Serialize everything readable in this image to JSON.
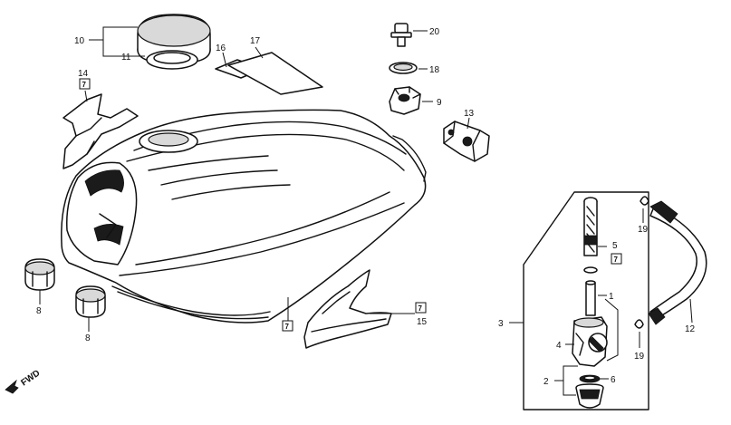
{
  "diagram": {
    "callouts": {
      "c1": "1",
      "c2": "2",
      "c3": "3",
      "c4": "4",
      "c5": "5",
      "c6": "6",
      "c8a": "8",
      "c8b": "8",
      "c9": "9",
      "c10": "10",
      "c11": "11",
      "c12": "12",
      "c13": "13",
      "c14": "14",
      "c15": "15",
      "c16": "16",
      "c17": "17",
      "c18": "18",
      "c19a": "19",
      "c19b": "19",
      "c20": "20"
    },
    "boxed_refs": {
      "b14": "7",
      "b15": "7",
      "btank": "7",
      "b5": "7"
    },
    "direction_label": "FWD"
  }
}
